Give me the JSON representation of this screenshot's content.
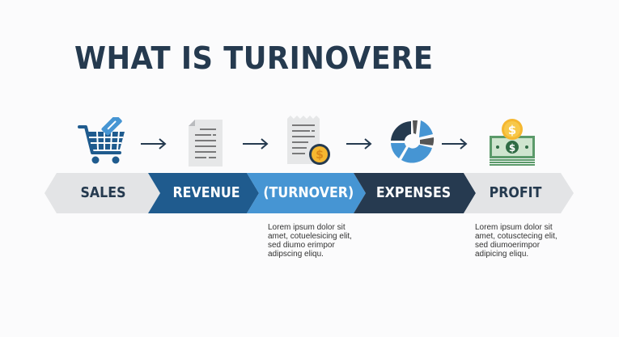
{
  "title": "WHAT IS TURINOVERE",
  "flow": [
    {
      "label": "SALES",
      "icon": "shopping-cart-icon",
      "fill": "#e3e4e6",
      "text_color": "#253a4f"
    },
    {
      "label": "REVENUE",
      "icon": "document-icon",
      "fill": "#1f5b8e",
      "text_color": "#ffffff"
    },
    {
      "label": "(TURNOVER)",
      "icon": "receipt-coin-icon",
      "fill": "#4695d3",
      "text_color": "#ffffff"
    },
    {
      "label": "EXPENSES",
      "icon": "pie-chart-icon",
      "fill": "#263a50",
      "text_color": "#ffffff"
    },
    {
      "label": "PROFIT",
      "icon": "money-coin-icon",
      "fill": "#e3e4e6",
      "text_color": "#253a4f"
    }
  ],
  "descriptions": {
    "turnover": [
      "Lorem ipsum dolor sit",
      "amet, cotuelesicing elit,",
      "sed diumo erimpor",
      "adipscing eliqu."
    ],
    "profit": [
      "Lorem ipsum dolor sit",
      "amet, cotusctecing elit,",
      "sed diumoerimpor",
      "adipicing eliqu."
    ]
  },
  "colors": {
    "title": "#253a4f",
    "arrow": "#253a4f",
    "background": "#fbfbfc"
  }
}
